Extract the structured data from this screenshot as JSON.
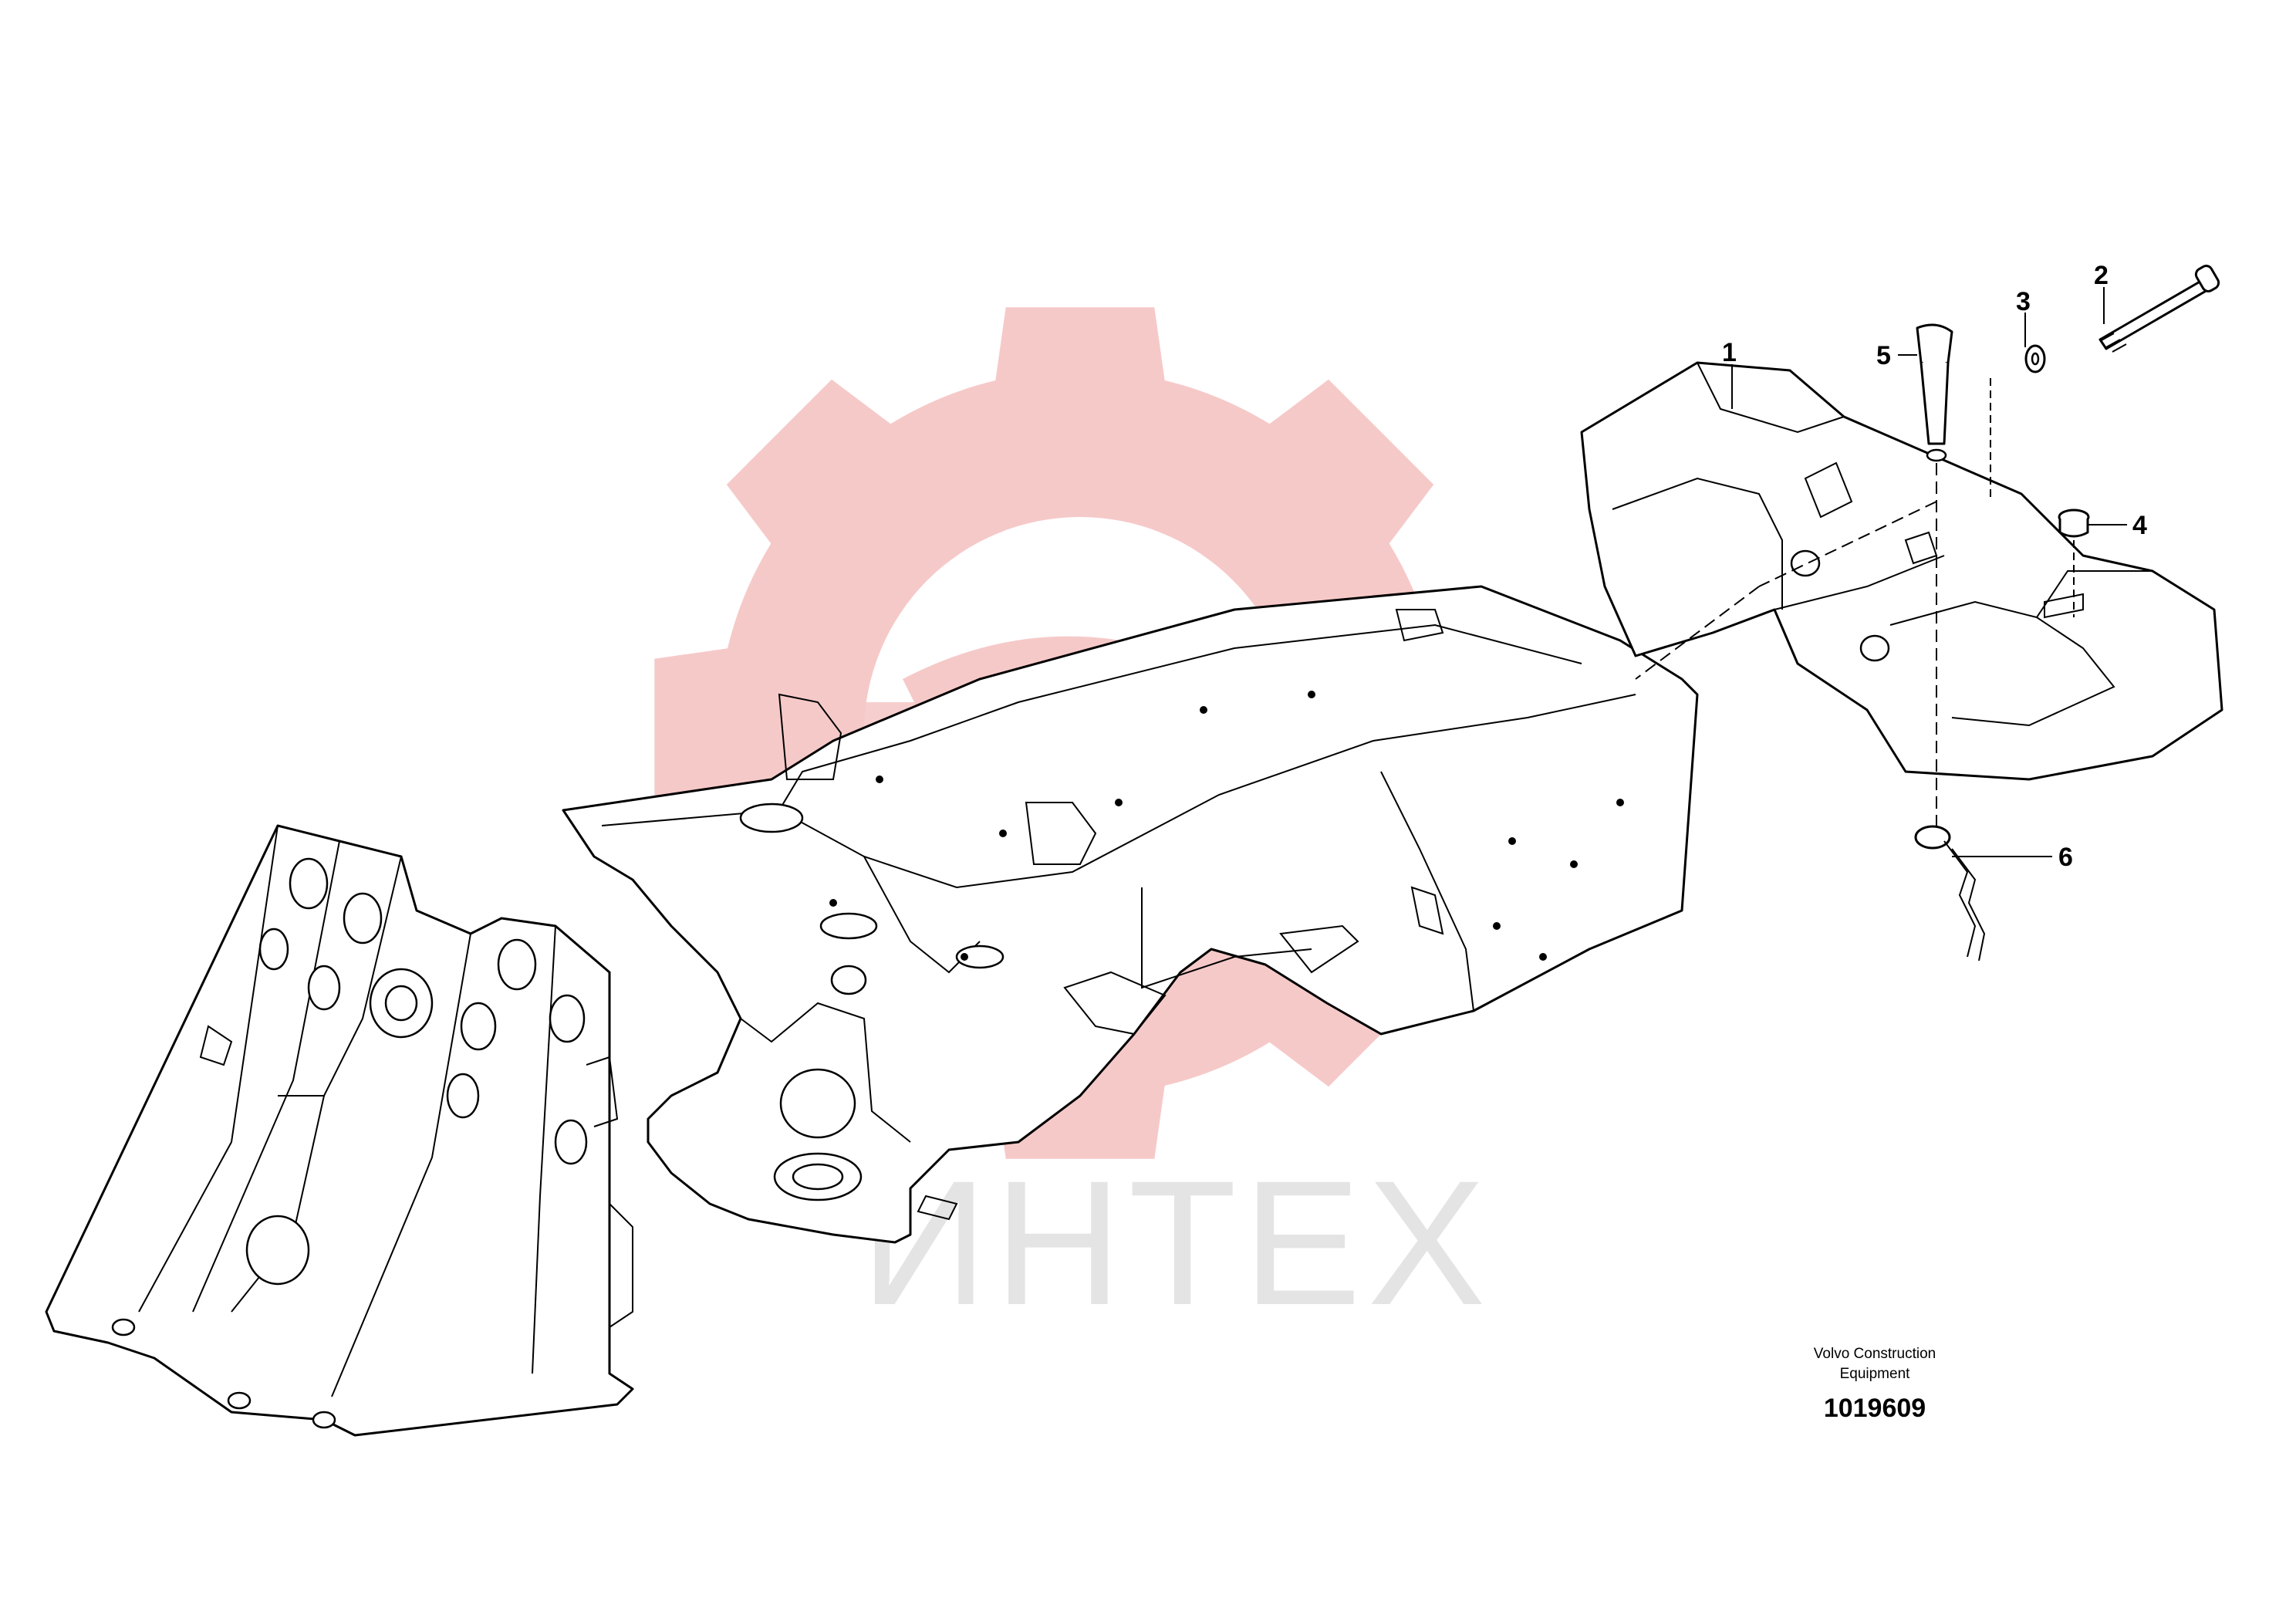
{
  "watermark": {
    "text": "ИНТЕХ",
    "gear_color": "#f6c9c9",
    "text_color": "#e4e4e4",
    "icon": "gear-logo-icon"
  },
  "callouts": [
    {
      "id": "1",
      "label": "1"
    },
    {
      "id": "2",
      "label": "2"
    },
    {
      "id": "3",
      "label": "3"
    },
    {
      "id": "4",
      "label": "4"
    },
    {
      "id": "5",
      "label": "5"
    },
    {
      "id": "6",
      "label": "6"
    }
  ],
  "credit": {
    "line1": "Volvo Construction",
    "line2": "Equipment",
    "part_number": "1019609"
  },
  "parts": {
    "front_frame_icon": "front-frame-icon",
    "rear_frame_icon": "rear-frame-icon",
    "counterweight_icon": "counterweight-icon",
    "bolt_icon": "bolt-icon",
    "washer_icon": "washer-icon",
    "plug_icon": "plug-icon",
    "pin_icon": "lock-pin-icon",
    "chain_icon": "chain-clip-icon"
  }
}
